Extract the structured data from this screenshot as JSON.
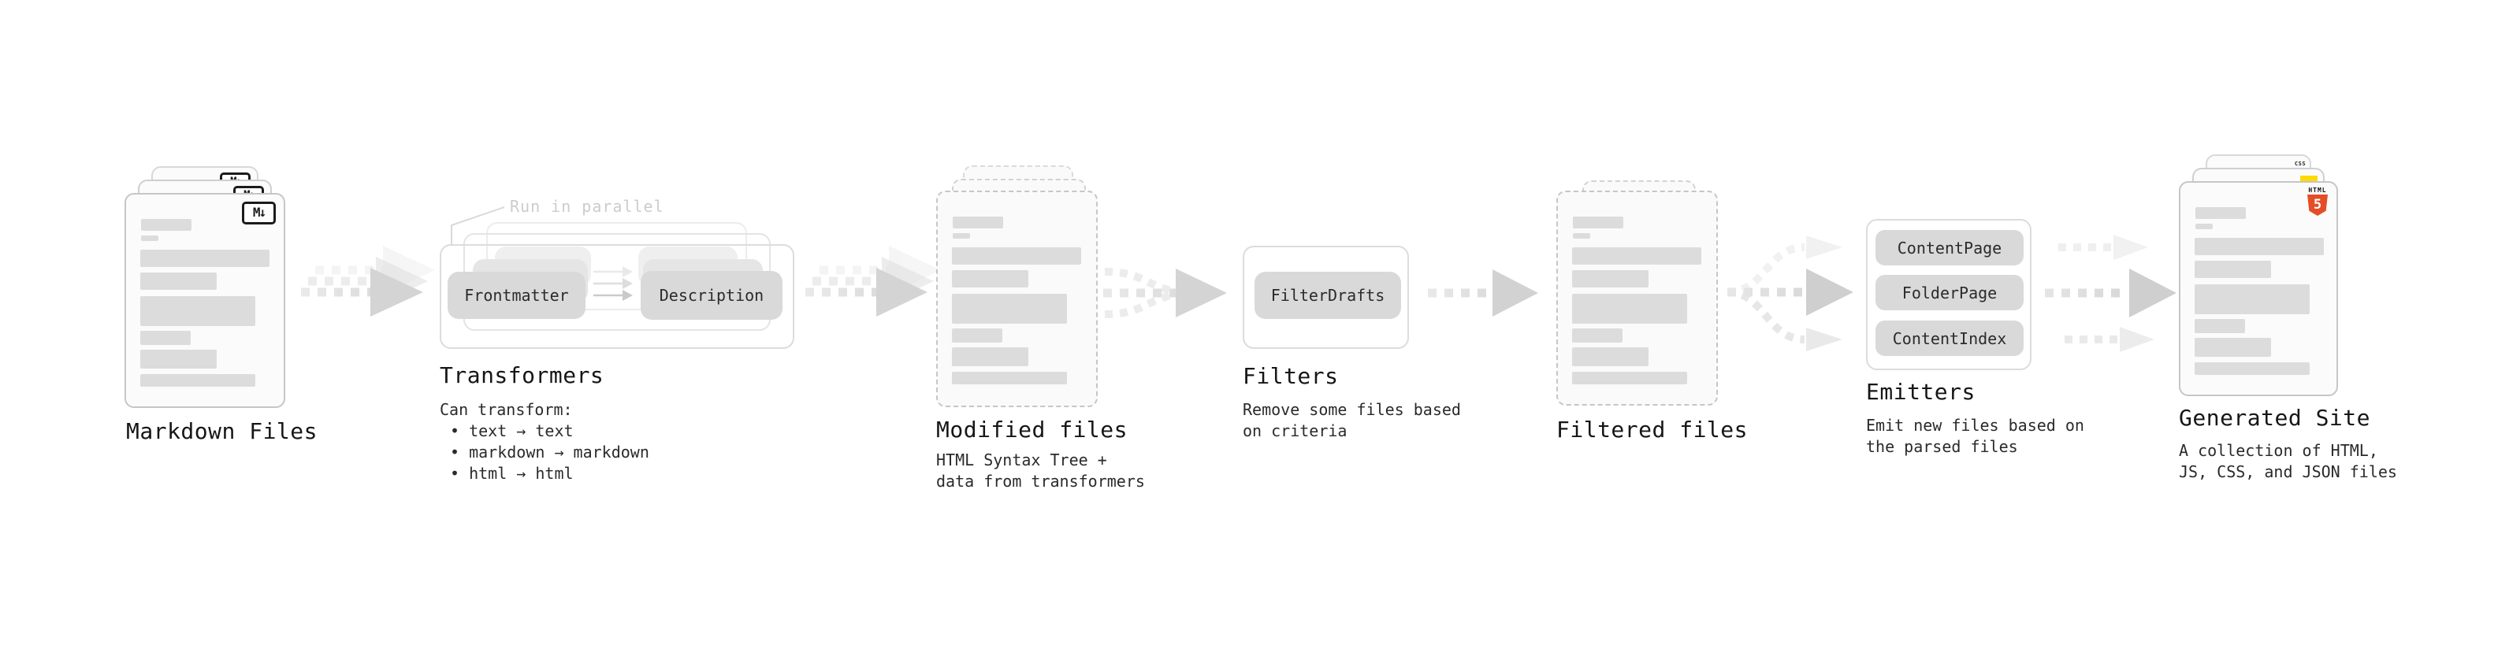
{
  "nodes": {
    "markdown_files": {
      "title": "Markdown Files"
    },
    "transformers": {
      "title": "Transformers",
      "annotation": "Run in parallel",
      "chips": [
        "Frontmatter",
        "Description"
      ],
      "desc": [
        "Can transform:",
        "• text → text",
        "• markdown → markdown",
        "• html → html"
      ]
    },
    "modified_files": {
      "title": "Modified files",
      "desc": [
        "HTML Syntax Tree +",
        "data from transformers"
      ]
    },
    "filters": {
      "title": "Filters",
      "chips": [
        "FilterDrafts"
      ],
      "desc": [
        "Remove some files based",
        "on criteria"
      ]
    },
    "filtered_files": {
      "title": "Filtered files"
    },
    "emitters": {
      "title": "Emitters",
      "chips": [
        "ContentPage",
        "FolderPage",
        "ContentIndex"
      ],
      "desc": [
        "Emit new files based on",
        "the parsed files"
      ]
    },
    "generated_site": {
      "title": "Generated Site",
      "desc": [
        "A collection of HTML,",
        "JS, CSS, and JSON files"
      ]
    }
  },
  "icons": {
    "markdown_label": "M↓",
    "html5_word": "HTML",
    "html5_number": "5",
    "css_label": "CSS"
  },
  "colors": {
    "html5_orange": "#e44d26",
    "js_yellow": "#ffd900",
    "css_blue": "#2f6bf2",
    "chip_fill": "#d9d9d9",
    "bar_fill": "#dcdcdc"
  }
}
